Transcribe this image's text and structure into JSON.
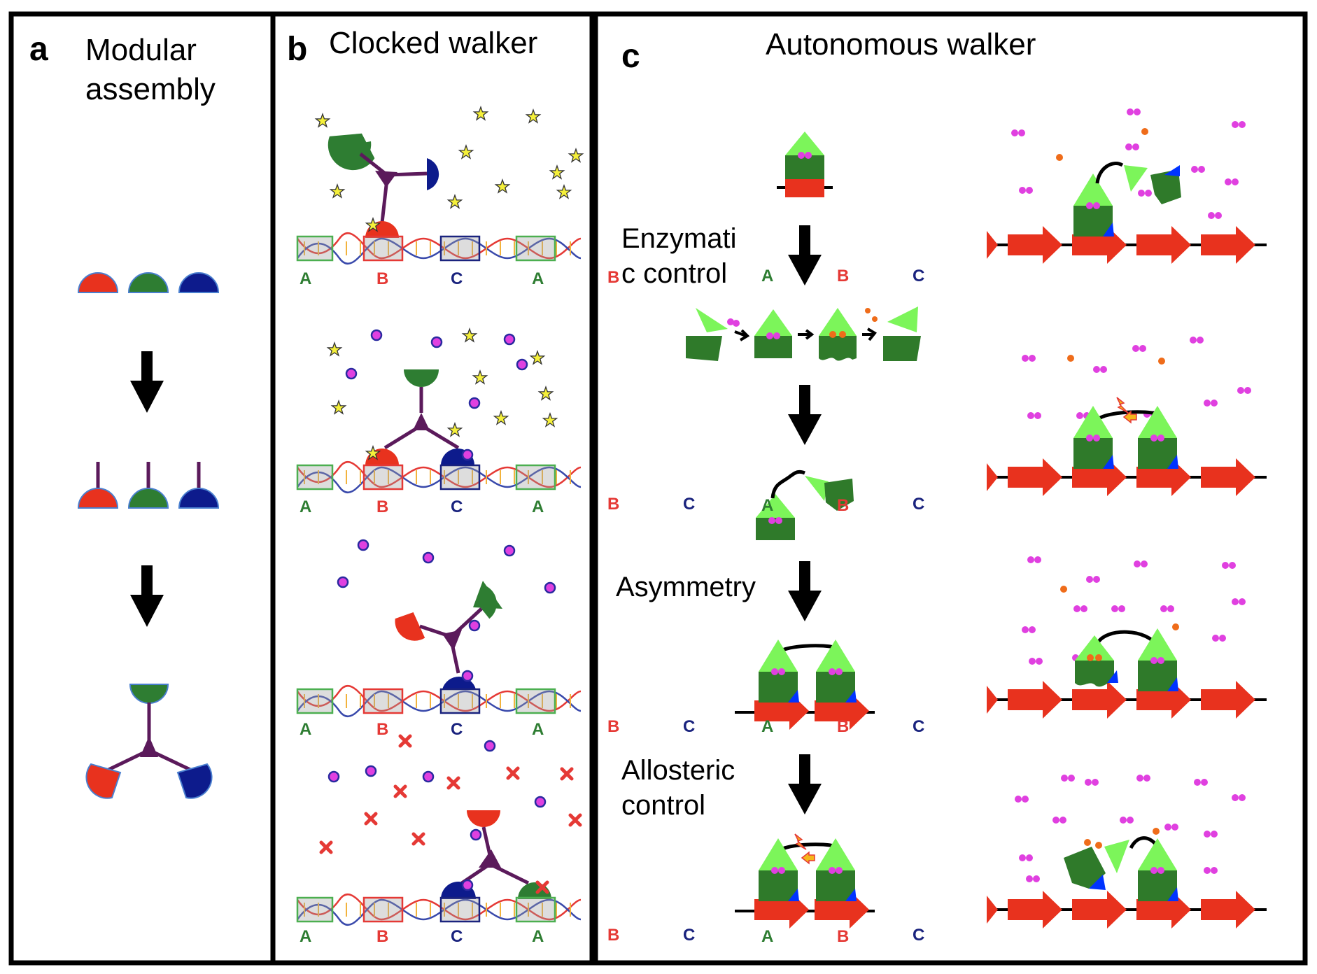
{
  "panel_a": {
    "letter": "a",
    "title_line1": "Modular",
    "title_line2": "assembly"
  },
  "panel_b": {
    "letter": "b",
    "title": "Clocked walker"
  },
  "panel_c": {
    "letter": "c",
    "title": "Autonomous walker",
    "label_enzymatic_line1": "Enzymati",
    "label_enzymatic_line2": "c control",
    "label_asymmetry": "Asymmetry",
    "label_allosteric_line1": "Allosteric",
    "label_allosteric_line2": "control"
  },
  "site_labels": {
    "A": "A",
    "B": "B",
    "C": "C"
  },
  "colors": {
    "site_A": "#2e7d32",
    "site_B": "#e53935",
    "site_C": "#1a237e",
    "red_domain": "#e8321e",
    "green_domain": "#2e7d32",
    "blue_domain": "#0d1b8c",
    "linker": "#5b1a5b",
    "light_green": "#7cf55a",
    "dark_green": "#2f7a2a",
    "magenta": "#e040e0",
    "orange": "#ef6c1a",
    "star": "#f5f03a"
  }
}
